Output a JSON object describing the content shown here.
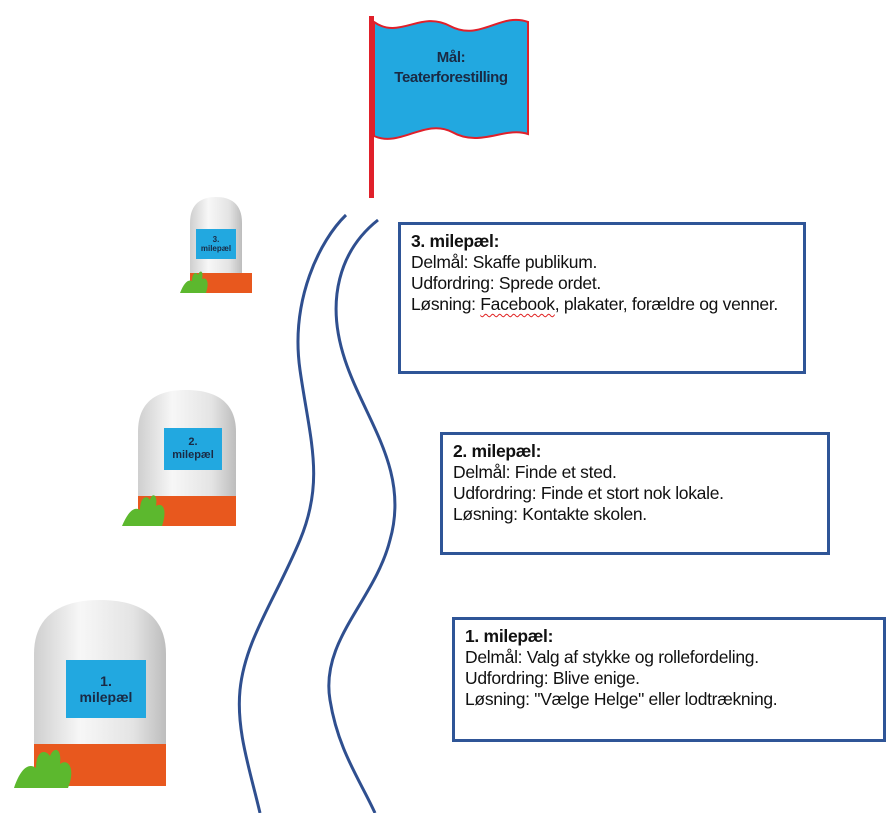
{
  "goal": {
    "line1": "Mål:",
    "line2": "Teaterforestilling"
  },
  "milestones": [
    {
      "stone_line1": "1.",
      "stone_line2": "milepæl",
      "heading": "1. milepæl:",
      "subgoal": "Delmål: Valg af stykke og rollefordeling.",
      "challenge": "Udfordring: Blive enige.",
      "solution": "Løsning: \"Vælge Helge\" eller lodtrækning."
    },
    {
      "stone_line1": "2.",
      "stone_line2": "milepæl",
      "heading": "2. milepæl:",
      "subgoal": "Delmål: Finde et sted.",
      "challenge": "Udfordring: Finde et stort nok lokale.",
      "solution": "Løsning: Kontakte skolen."
    },
    {
      "stone_line1": "3.",
      "stone_line2": "milepæl",
      "heading": "3. milepæl:",
      "subgoal": "Delmål: Skaffe publikum.",
      "challenge": "Udfordring: Sprede ordet.",
      "solution_prefix": "Løsning: ",
      "solution_underlined": "Facebook",
      "solution_suffix": ", plakater, forældre og venner."
    }
  ],
  "colors": {
    "flag": "#22a8e0",
    "flag_border": "#e0202a",
    "pole": "#e0202a",
    "road": "#2f4f8f",
    "box_border": "#2f5597",
    "stone_base": "#e8581e",
    "grass": "#5cb82e"
  }
}
